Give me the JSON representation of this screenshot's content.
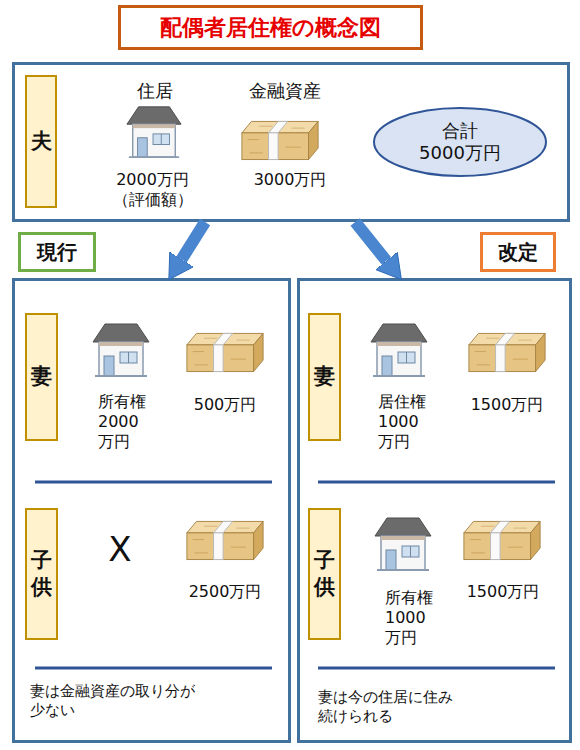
{
  "diagram": {
    "title": "配偶者居住権の概念図",
    "nodes": [
      {
        "text": [
          "住居",
          "2000万円 （評価額）",
          "金融資産",
          "3000万円"
        ]
      },
      {
        "text": [
          "夫"
        ],
        "in": 0
      },
      {
        "text": [
          "合計 5000万円"
        ],
        "in": 0
      },
      {
        "text": [
          "現行"
        ]
      },
      {
        "text": [
          "改定"
        ]
      },
      {
        "text": [
          "所有権 2000 万円",
          "500万円",
          "X",
          "2500万円",
          "妻は金融資産の取り分が 少ない"
        ]
      },
      {
        "text": [
          "妻"
        ],
        "in": 5
      },
      {
        "text": [
          "子供"
        ],
        "in": 5
      },
      {
        "text": [
          "居住権 1000 万円",
          "1500万円",
          "所有権 1000 万円",
          "1500万円",
          "妻は今の住居に住み 続けられる"
        ]
      },
      {
        "text": [
          "妻"
        ],
        "in": 8
      },
      {
        "text": [
          "子供"
        ],
        "in": 8
      }
    ],
    "edges": [
      {
        "from": 0,
        "to": 5,
        "arrow": "to"
      },
      {
        "from": 0,
        "to": 8,
        "arrow": "to"
      }
    ]
  }
}
